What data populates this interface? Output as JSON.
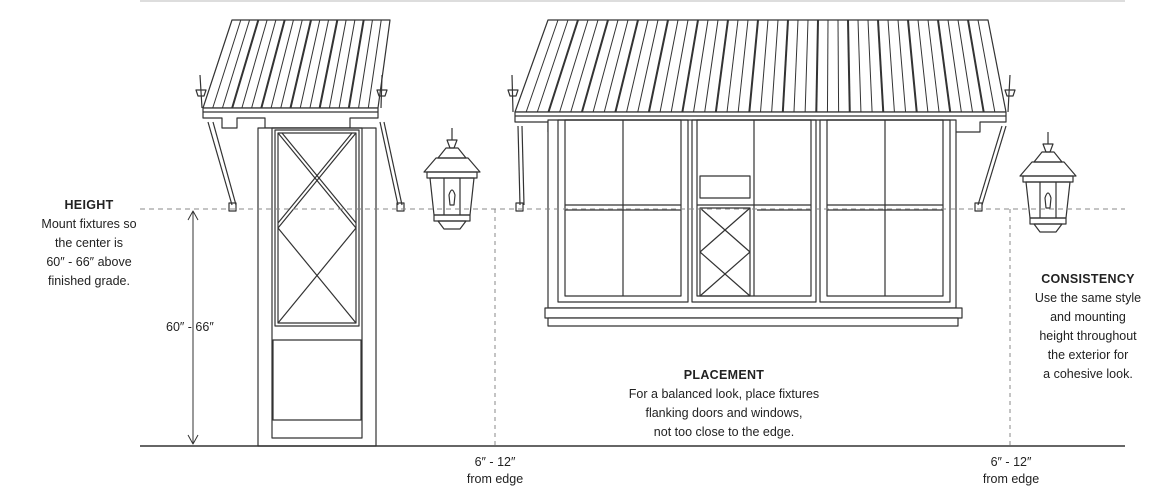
{
  "height": {
    "title": "HEIGHT",
    "lines": [
      "Mount fixtures so",
      "the center is",
      "60″ - 66″ above",
      "finished grade."
    ]
  },
  "dimension_label": "60″ - 66″",
  "placement": {
    "title": "PLACEMENT",
    "lines": [
      "For a balanced look, place fixtures",
      "flanking doors and windows,",
      "not too close to the edge."
    ]
  },
  "consistency": {
    "title": "CONSISTENCY",
    "lines": [
      "Use the same style",
      "and mounting",
      "height throughout",
      "the exterior for",
      "a cohesive look."
    ]
  },
  "offset_left": [
    "6″ - 12″",
    "from edge"
  ],
  "offset_right": [
    "6″ - 12″",
    "from edge"
  ],
  "icons": {
    "door": "door-illustration",
    "window": "storefront-window-illustration",
    "lantern": "wall-lantern-icon",
    "awning": "striped-awning-icon"
  },
  "colors": {
    "ink": "#333333",
    "guide": "#888888",
    "background": "#ffffff"
  }
}
